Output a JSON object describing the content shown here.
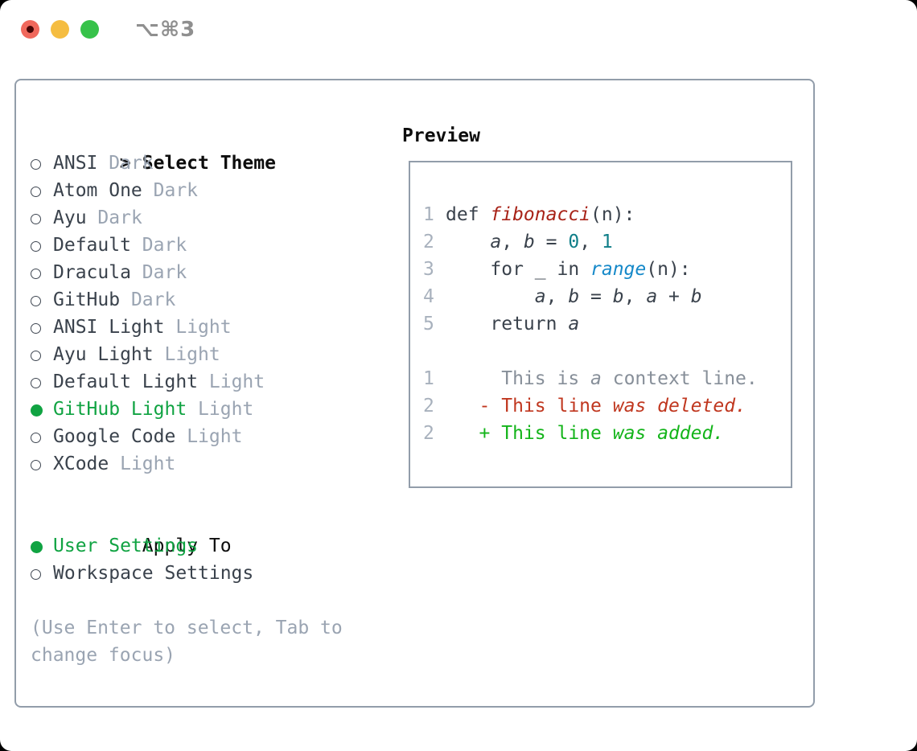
{
  "window": {
    "title": "⌥⌘3"
  },
  "titlebar": {
    "buttons": [
      "close",
      "minimize",
      "zoom"
    ]
  },
  "colors": {
    "page_bg": "#000000",
    "window_bg": "#ffffff",
    "border": "#929daa",
    "text_dark": "#3a424c",
    "text_black": "#0d0d0d",
    "tag_gray": "#9aa4b2",
    "hint_gray": "#9aa4b2",
    "linenum_gray": "#a8b1bd",
    "context_gray": "#878f99",
    "select_green": "#10a342",
    "added_green": "#13b41a",
    "deleted_red": "#c0371f",
    "func_red": "#a82318",
    "literal_teal": "#0f7e88",
    "builtin_blue": "#1689c9",
    "circle_outline": "#3f4752",
    "traffic_red": "#f0685c",
    "traffic_red_dot": "#470505",
    "traffic_yellow": "#f5bd41",
    "traffic_green": "#37c24a",
    "title_gray": "#8f8f8f"
  },
  "theme_panel": {
    "select_header": {
      "prefix": ">",
      "label": "Select Theme"
    },
    "themes": [
      {
        "name": "ANSI",
        "tag": "Dark",
        "selected": false
      },
      {
        "name": "Atom One",
        "tag": "Dark",
        "selected": false
      },
      {
        "name": "Ayu",
        "tag": "Dark",
        "selected": false
      },
      {
        "name": "Default",
        "tag": "Dark",
        "selected": false
      },
      {
        "name": "Dracula",
        "tag": "Dark",
        "selected": false
      },
      {
        "name": "GitHub",
        "tag": "Dark",
        "selected": false
      },
      {
        "name": "ANSI Light",
        "tag": "Light",
        "selected": false
      },
      {
        "name": "Ayu Light",
        "tag": "Light",
        "selected": false
      },
      {
        "name": "Default Light",
        "tag": "Light",
        "selected": false
      },
      {
        "name": "GitHub Light",
        "tag": "Light",
        "selected": true
      },
      {
        "name": "Google Code",
        "tag": "Light",
        "selected": false
      },
      {
        "name": "XCode",
        "tag": "Light",
        "selected": false
      }
    ],
    "apply_header": "Apply To",
    "apply_options": [
      {
        "name": "User Settings",
        "selected": true
      },
      {
        "name": "Workspace Settings",
        "selected": false
      }
    ],
    "hint": "(Use Enter to select, Tab to change focus)"
  },
  "preview": {
    "header": "Preview",
    "lines": [
      {
        "num": "1",
        "segments": [
          {
            "t": "def ",
            "s": "code"
          },
          {
            "t": "fibonacci",
            "s": "func"
          },
          {
            "t": "(n):",
            "s": "code"
          }
        ]
      },
      {
        "num": "2",
        "segments": [
          {
            "t": "    ",
            "s": "code"
          },
          {
            "t": "a",
            "s": "var"
          },
          {
            "t": ", ",
            "s": "code"
          },
          {
            "t": "b",
            "s": "var"
          },
          {
            "t": " = ",
            "s": "code"
          },
          {
            "t": "0",
            "s": "lit"
          },
          {
            "t": ", ",
            "s": "code"
          },
          {
            "t": "1",
            "s": "lit"
          }
        ]
      },
      {
        "num": "3",
        "segments": [
          {
            "t": "    for _ in ",
            "s": "code"
          },
          {
            "t": "range",
            "s": "builtin"
          },
          {
            "t": "(n):",
            "s": "code"
          }
        ]
      },
      {
        "num": "4",
        "segments": [
          {
            "t": "        ",
            "s": "code"
          },
          {
            "t": "a",
            "s": "var"
          },
          {
            "t": ", ",
            "s": "code"
          },
          {
            "t": "b",
            "s": "var"
          },
          {
            "t": " = ",
            "s": "code"
          },
          {
            "t": "b",
            "s": "var"
          },
          {
            "t": ", ",
            "s": "code"
          },
          {
            "t": "a",
            "s": "var"
          },
          {
            "t": " + ",
            "s": "code"
          },
          {
            "t": "b",
            "s": "var"
          }
        ]
      },
      {
        "num": "5",
        "segments": [
          {
            "t": "    return ",
            "s": "code"
          },
          {
            "t": "a",
            "s": "var"
          }
        ]
      },
      {
        "num": "",
        "segments": []
      },
      {
        "num": "1",
        "segments": [
          {
            "t": "     This is ",
            "s": "ctx"
          },
          {
            "t": "a",
            "s": "ctx-i"
          },
          {
            "t": " context line.",
            "s": "ctx"
          }
        ]
      },
      {
        "num": "2",
        "segments": [
          {
            "t": "   - This line ",
            "s": "del"
          },
          {
            "t": "was deleted.",
            "s": "del-i"
          }
        ]
      },
      {
        "num": "2",
        "segments": [
          {
            "t": "   + This line ",
            "s": "add"
          },
          {
            "t": "was added.",
            "s": "add-i"
          }
        ]
      }
    ]
  }
}
